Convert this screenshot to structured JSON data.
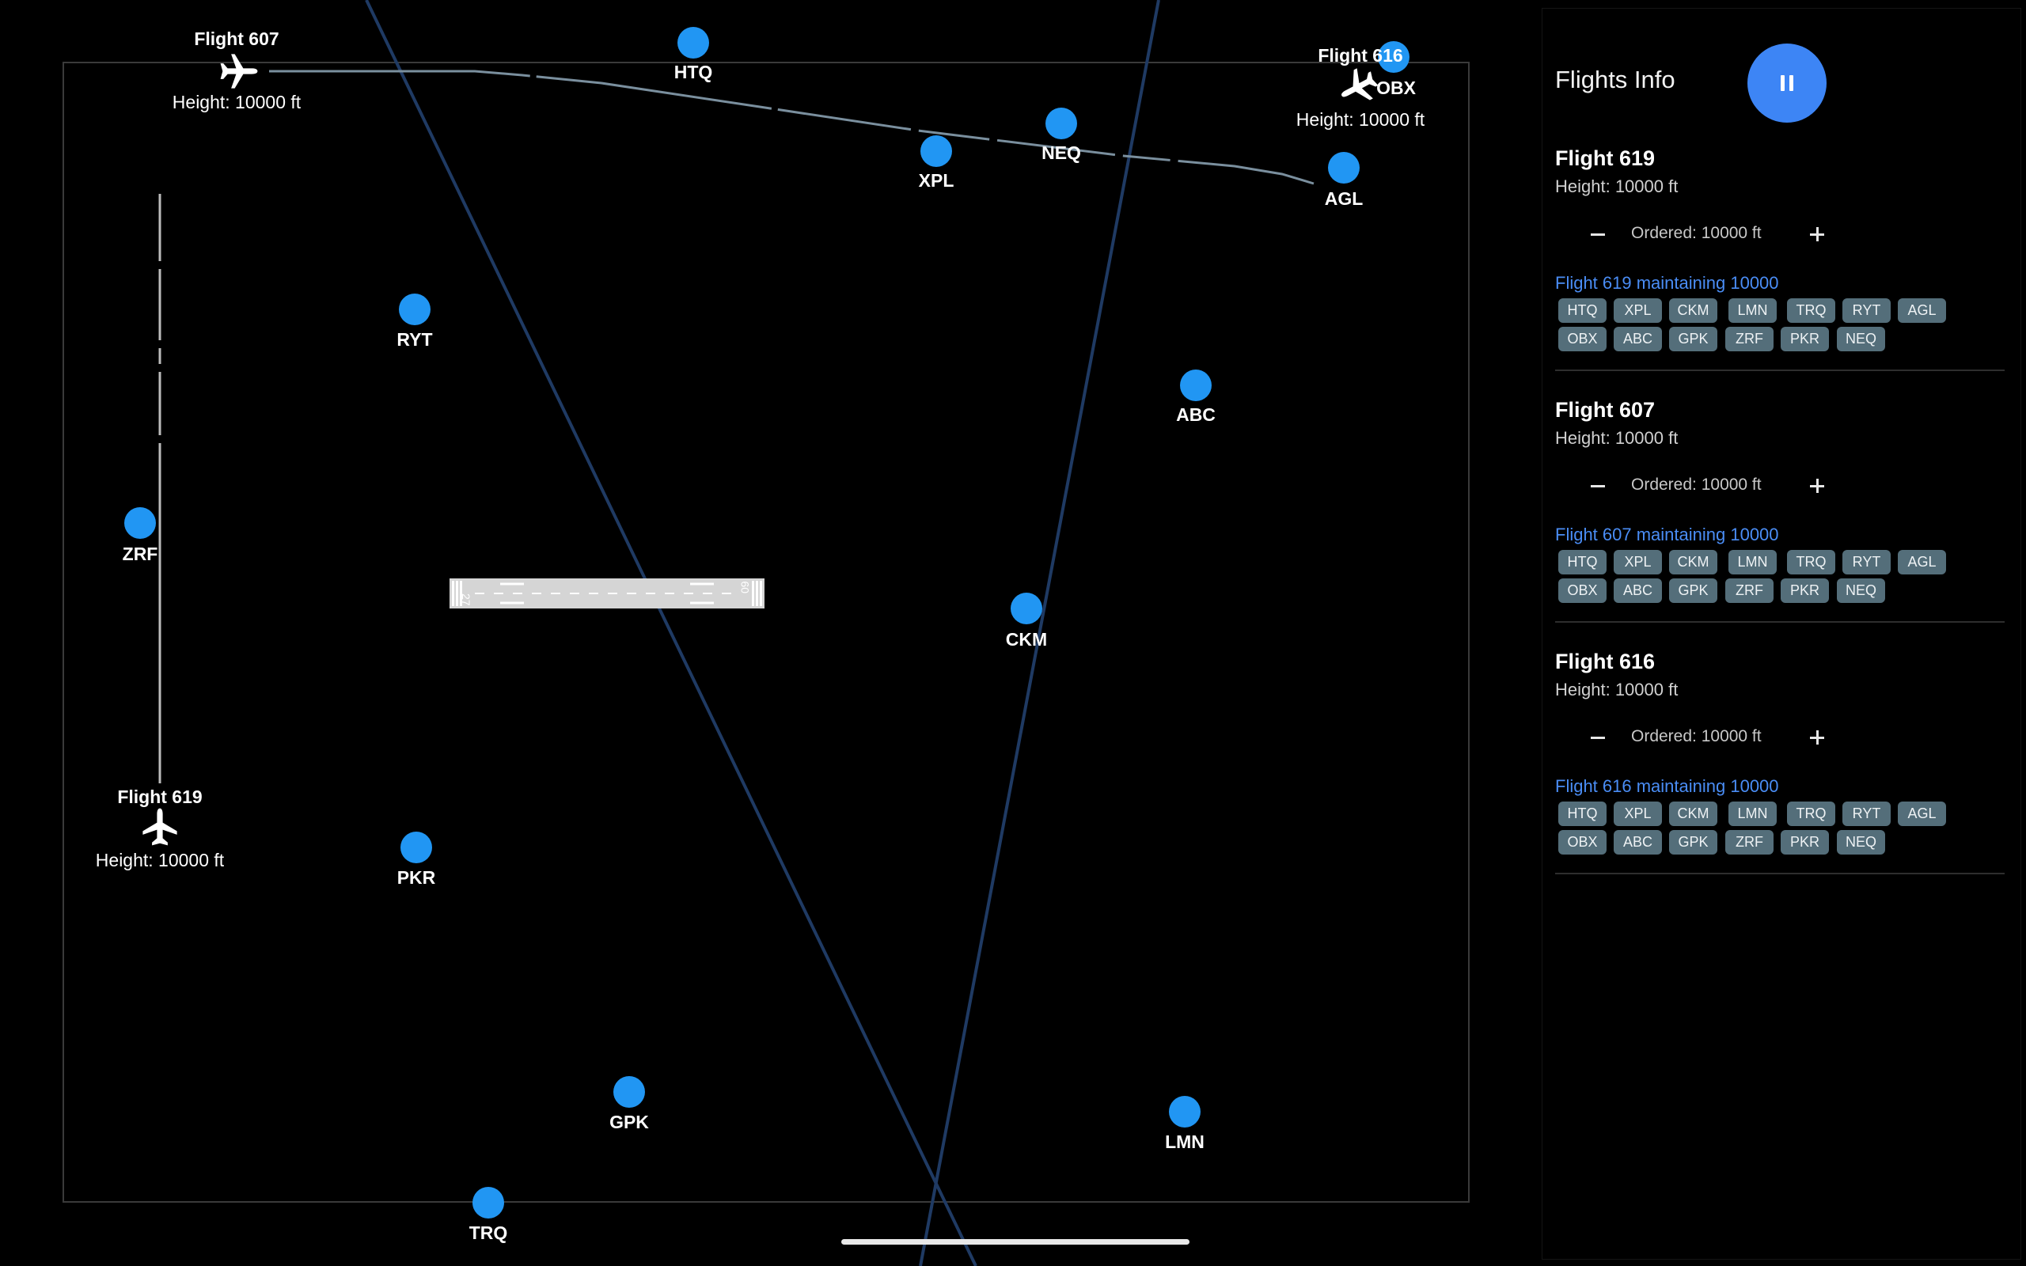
{
  "colors": {
    "background": "#000000",
    "waypoint": "#2196f3",
    "route_line": "#1f3a63",
    "flight_path": "#7a8f9e",
    "pause_button": "#3d85f5",
    "chip": "#546e7a",
    "status_text": "#4a8df5"
  },
  "radar": {
    "waypoints": [
      {
        "label": "HTQ"
      },
      {
        "label": "XPL"
      },
      {
        "label": "NEQ"
      },
      {
        "label": "OBX"
      },
      {
        "label": "AGL"
      },
      {
        "label": "RYT"
      },
      {
        "label": "ABC"
      },
      {
        "label": "ZRF"
      },
      {
        "label": "CKM"
      },
      {
        "label": "PKR"
      },
      {
        "label": "GPK"
      },
      {
        "label": "LMN"
      },
      {
        "label": "TRQ"
      }
    ],
    "flights": [
      {
        "name": "Flight 607",
        "height": "Height: 10000 ft",
        "icon": "airplane-icon"
      },
      {
        "name": "Flight 616",
        "height": "Height: 10000 ft",
        "icon": "airplane-icon"
      },
      {
        "name": "Flight 619",
        "height": "Height: 10000 ft",
        "icon": "airplane-icon"
      }
    ],
    "runway": {
      "left_number": "27",
      "right_number": "09"
    }
  },
  "panel": {
    "title": "Flights Info",
    "pause_icon": "pause-icon",
    "flights": [
      {
        "title": "Flight 619",
        "height": "Height: 10000 ft",
        "ordered": "Ordered: 10000 ft",
        "status": "Flight 619 maintaining 10000",
        "waypoints": [
          "HTQ",
          "XPL",
          "CKM",
          "LMN",
          "TRQ",
          "RYT",
          "AGL",
          "OBX",
          "ABC",
          "GPK",
          "ZRF",
          "PKR",
          "NEQ"
        ]
      },
      {
        "title": "Flight 607",
        "height": "Height: 10000 ft",
        "ordered": "Ordered: 10000 ft",
        "status": "Flight 607 maintaining 10000",
        "waypoints": [
          "HTQ",
          "XPL",
          "CKM",
          "LMN",
          "TRQ",
          "RYT",
          "AGL",
          "OBX",
          "ABC",
          "GPK",
          "ZRF",
          "PKR",
          "NEQ"
        ]
      },
      {
        "title": "Flight 616",
        "height": "Height: 10000 ft",
        "ordered": "Ordered: 10000 ft",
        "status": "Flight 616 maintaining 10000",
        "waypoints": [
          "HTQ",
          "XPL",
          "CKM",
          "LMN",
          "TRQ",
          "RYT",
          "AGL",
          "OBX",
          "ABC",
          "GPK",
          "ZRF",
          "PKR",
          "NEQ"
        ]
      }
    ]
  }
}
